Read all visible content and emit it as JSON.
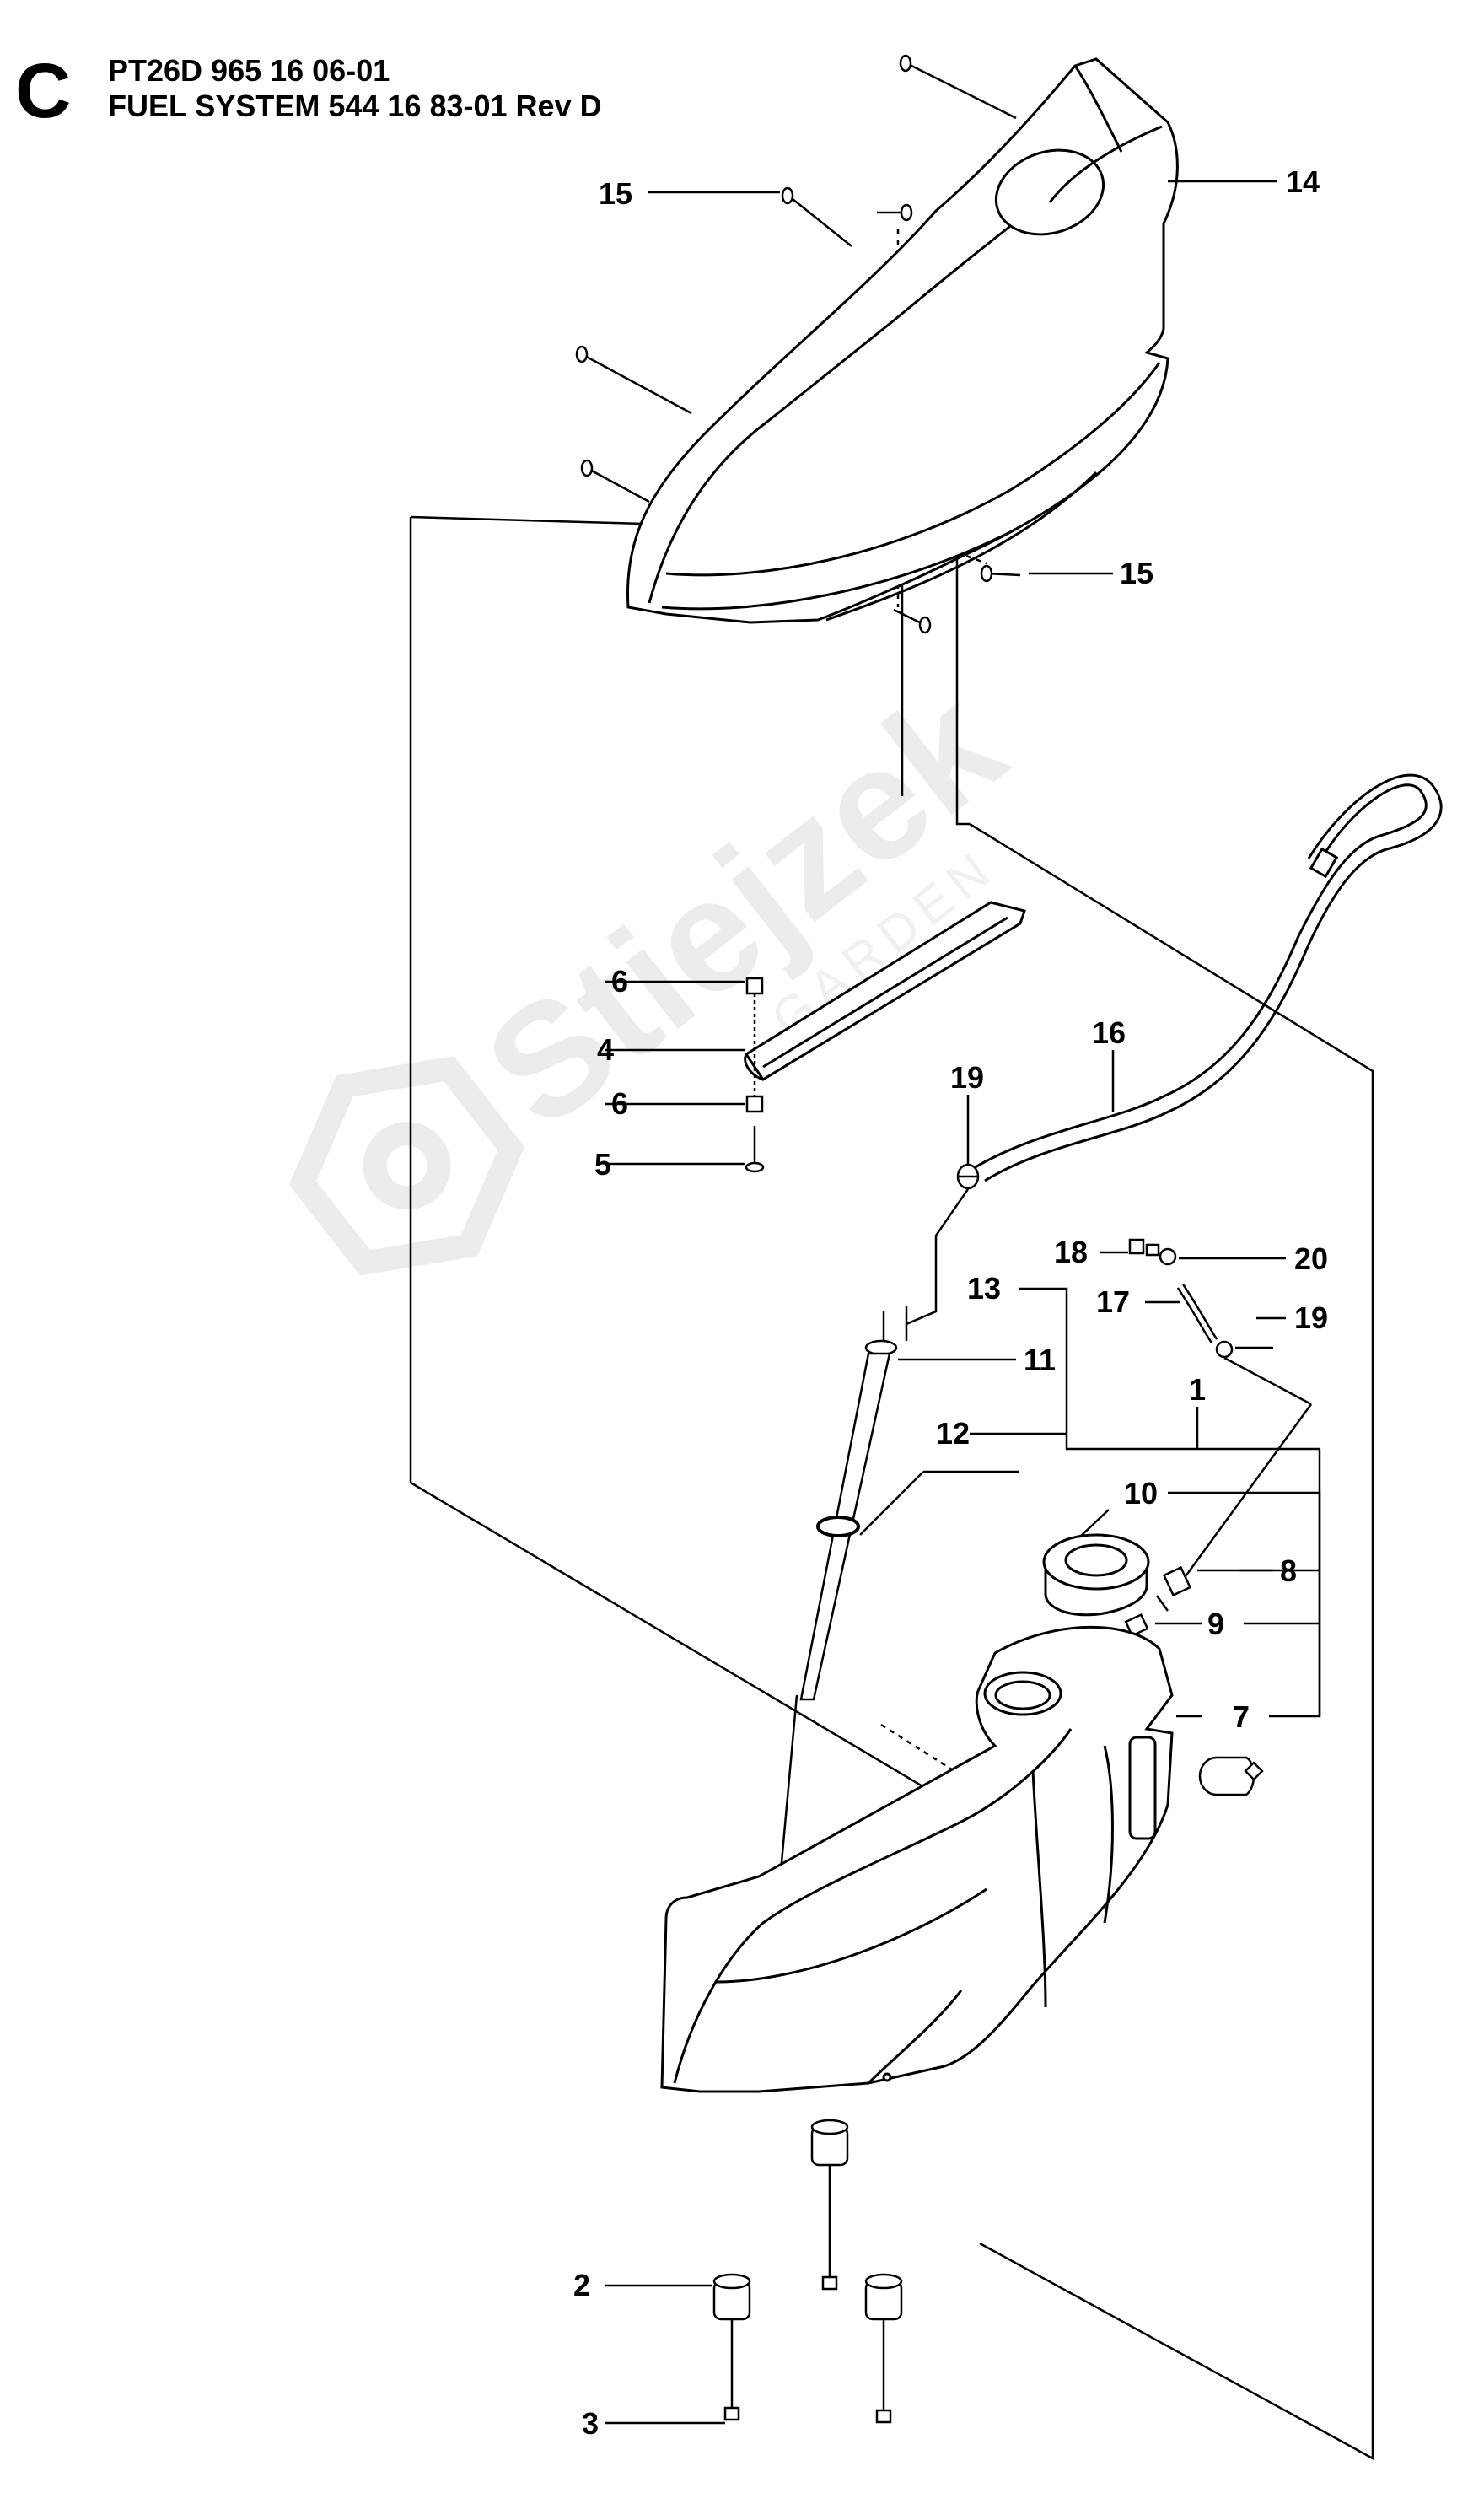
{
  "header": {
    "section_letter": "C",
    "model_line": "PT26D 965 16 06-01",
    "assembly_line": "FUEL SYSTEM 544 16 83-01 Rev D"
  },
  "watermark": {
    "brand": "Stiejzek",
    "sub": "GARDEN"
  },
  "callouts": [
    "15",
    "14",
    "15",
    "6",
    "4",
    "6",
    "5",
    "16",
    "19",
    "18",
    "20",
    "13",
    "17",
    "19",
    "11",
    "1",
    "12",
    "10",
    "8",
    "9",
    "7",
    "2",
    "3"
  ]
}
